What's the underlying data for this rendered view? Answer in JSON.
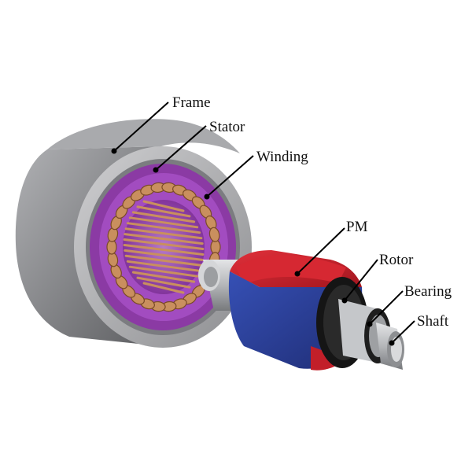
{
  "labels": {
    "frame": "Frame",
    "stator": "Stator",
    "winding": "Winding",
    "pm": "PM",
    "rotor": "Rotor",
    "bearing": "Bearing",
    "shaft": "Shaft"
  },
  "colors": {
    "frame": "#8c8d90",
    "stator": "#9a3fb0",
    "winding": "#c98f5e",
    "pm_north": "#c8202a",
    "pm_south": "#2b3f9a",
    "shaft": "#b9bcc0",
    "bearing": "#2a2a2a"
  },
  "winding": {
    "slot_count": 30,
    "inner_slot_count": 16
  }
}
